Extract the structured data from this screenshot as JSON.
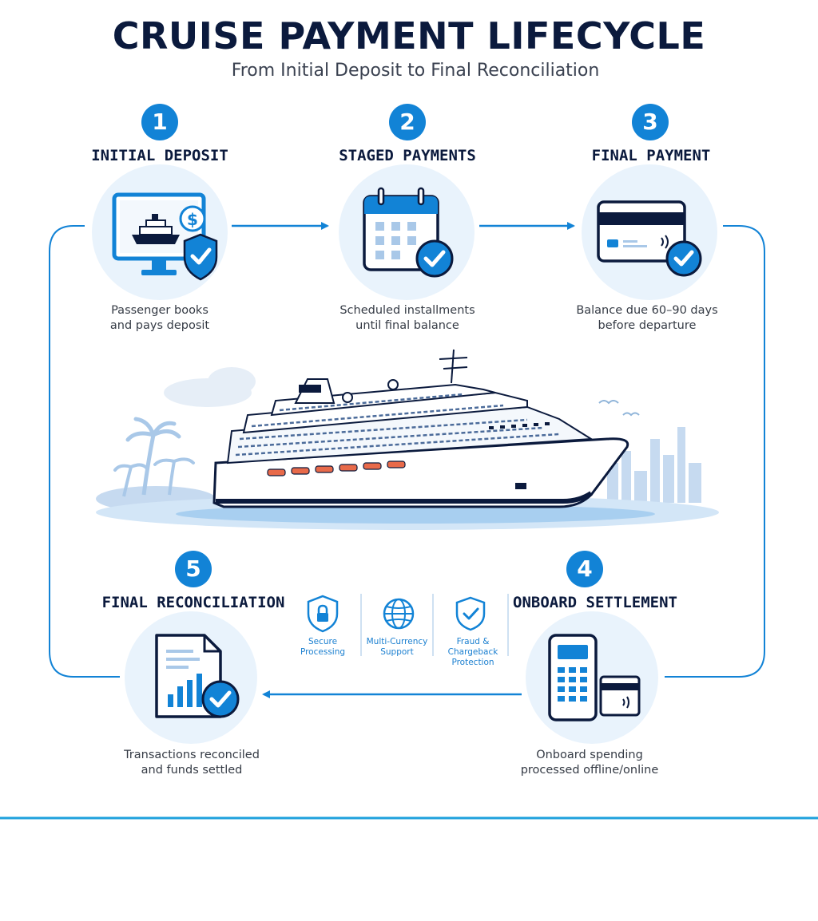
{
  "header": {
    "title": "CRUISE PAYMENT LIFECYCLE",
    "subtitle": "From Initial Deposit to Final Reconciliation"
  },
  "steps": [
    {
      "number": "1",
      "title": "INITIAL DEPOSIT",
      "desc_line1": "Passenger books",
      "desc_line2": "and pays deposit",
      "icon": "monitor-ship-shield-icon"
    },
    {
      "number": "2",
      "title": "STAGED PAYMENTS",
      "desc_line1": "Scheduled installments",
      "desc_line2": "until final balance",
      "icon": "calendar-check-icon"
    },
    {
      "number": "3",
      "title": "FINAL PAYMENT",
      "desc_line1": "Balance due 60–90 days",
      "desc_line2": "before departure",
      "icon": "credit-card-check-icon"
    },
    {
      "number": "4",
      "title": "ONBOARD SETTLEMENT",
      "desc_line1": "Onboard spending",
      "desc_line2": "processed offline/online",
      "icon": "pos-terminal-card-icon"
    },
    {
      "number": "5",
      "title": "FINAL RECONCILIATION",
      "desc_line1": "Transactions reconciled",
      "desc_line2": "and funds settled",
      "icon": "report-chart-check-icon"
    }
  ],
  "features": [
    {
      "line1": "Secure",
      "line2": "Processing",
      "icon": "lock-shield-icon"
    },
    {
      "line1": "Multi-Currency",
      "line2": "Support",
      "icon": "globe-icon"
    },
    {
      "line1": "Fraud & Chargeback",
      "line2": "Protection",
      "icon": "check-shield-icon"
    }
  ],
  "colors": {
    "accent": "#1283d6",
    "navy": "#0b1a3d",
    "circle_bg": "#e9f3fc"
  }
}
